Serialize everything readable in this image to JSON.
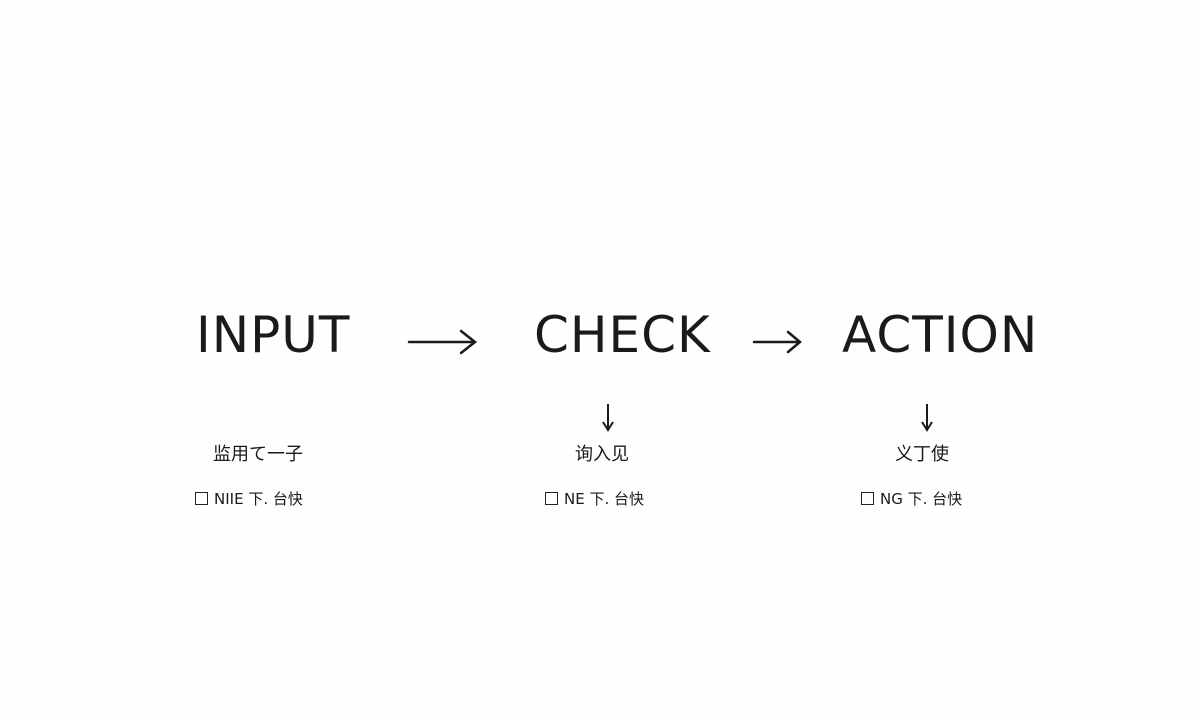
{
  "stages": [
    {
      "title": "INPUT",
      "subtitle": "监用て一子",
      "note": "NIIE 下. 台快"
    },
    {
      "title": "CHECK",
      "subtitle": "询入见",
      "note": "NE 下. 台快"
    },
    {
      "title": "ACTION",
      "subtitle": "义丁使",
      "note": "NG 下. 台快"
    }
  ]
}
